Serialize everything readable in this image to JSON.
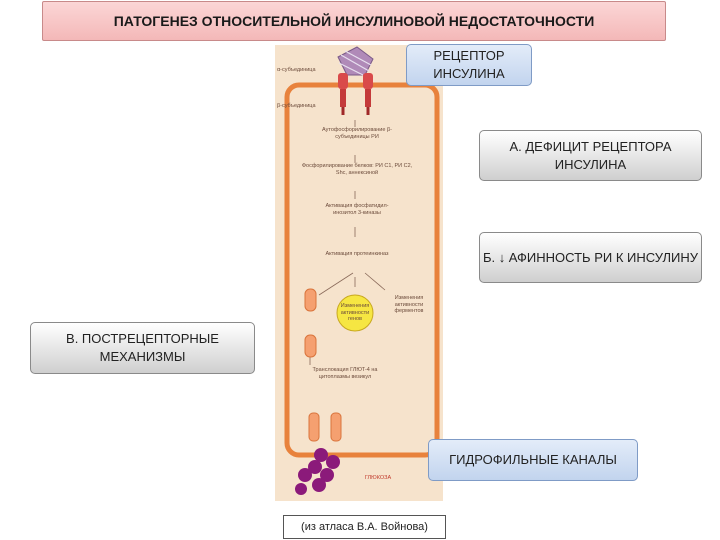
{
  "title": "ПАТОГЕНЕЗ ОТНОСИТЕЛЬНОЙ ИНСУЛИНОВОЙ НЕДОСТАТОЧНОСТИ",
  "callouts": {
    "receptor": "РЕЦЕПТОР ИНСУЛИНА",
    "a": "А. ДЕФИЦИТ РЕЦЕПТОРА ИНСУЛИНА",
    "b": "Б. ↓ АФИННОСТЬ РИ К ИНСУЛИНУ",
    "v": "В. ПОСТРЕЦЕПТОРНЫЕ МЕХАНИЗМЫ",
    "channels": "ГИДРОФИЛЬНЫЕ КАНАЛЫ"
  },
  "source": "(из атласа В.А. Войнова)",
  "figure": {
    "alpha_label": "α-субъединица",
    "beta_label": "β-субъединица",
    "step1": "Аутофосфорилирование β-субъединицы РИ",
    "step2": "Фосфорилирование белков: РИ С1, РИ С2, Shc, аннексиной",
    "step3": "Активация фосфатидил-инозитол 3-киназы",
    "step4": "Активация протеинкиназ",
    "center_circle": "Изменения активности генов",
    "side_label": "Изменения активности ферментов",
    "translocation": "Транслокация ГЛЮТ-4 на цитоплазмы везикул",
    "glucose": "ГЛЮКОЗА"
  },
  "colors": {
    "title_bg": "#f4b8b8",
    "callout_blue": "#c2d4ee",
    "cell_membrane": "#e8823c",
    "figure_bg": "#f6e3cc",
    "glucose": "#8b1a7a"
  }
}
